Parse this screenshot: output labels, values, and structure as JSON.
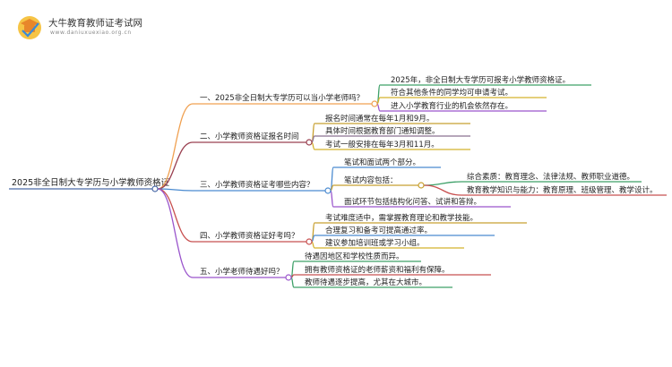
{
  "brand": {
    "title": "大牛教育教师证考试网",
    "url": "www.daniuxuexiao.org.cn"
  },
  "root": "2025非全日制大专学历与小学教师资格证",
  "branches": [
    {
      "label": "一、2025非全日制大专学历可以当小学老师吗？",
      "color": "#f0a050",
      "leaves": [
        {
          "text": "2025年，非全日制大专学历可报考小学教师资格证。",
          "color": "#3da068"
        },
        {
          "text": "符合其他条件的同学均可申请考试。",
          "color": "#d4b22c"
        },
        {
          "text": "进入小学教育行业的机会依然存在。",
          "color": "#9a55cc"
        }
      ]
    },
    {
      "label": "二、小学教师资格证报名时间",
      "color": "#9a4050",
      "leaves": [
        {
          "text": "报名时间通常在每年1月和9月。",
          "color": "#c8a030"
        },
        {
          "text": "具体时间根据教育部门通知调整。",
          "color": "#8a7090"
        },
        {
          "text": "考试一般安排在每年3月和11月。",
          "color": "#d4b22c"
        }
      ]
    },
    {
      "label": "三、小学教师资格证考哪些内容？",
      "color": "#4a8ad0",
      "leaves": [
        {
          "text": "笔试和面试两个部分。",
          "color": "#4a8ad0"
        },
        {
          "text": "笔试内容包括：",
          "color": "#c8a030",
          "children": [
            {
              "text": "综合素质：教育理念、法律法规、教师职业道德。",
              "color": "#3da068"
            },
            {
              "text": "教育教学知识与能力：教育原理、班级管理、教学设计。",
              "color": "#c85050"
            }
          ]
        },
        {
          "text": "面试环节包括结构化问答、试讲和答辩。",
          "color": "#9a55cc"
        }
      ]
    },
    {
      "label": "四、小学教师资格证好考吗？",
      "color": "#c85050",
      "leaves": [
        {
          "text": "考试难度适中，需掌握教育理论和教学技能。",
          "color": "#c8a030"
        },
        {
          "text": "合理复习和备考可提高通过率。",
          "color": "#4a8ad0"
        },
        {
          "text": "建议参加培训班或学习小组。",
          "color": "#d4b22c"
        }
      ]
    },
    {
      "label": "五、小学老师待遇好吗？",
      "color": "#9a55cc",
      "leaves": [
        {
          "text": "待遇因地区和学校性质而异。",
          "color": "#3da068"
        },
        {
          "text": "拥有教师资格证的老师薪资和福利有保障。",
          "color": "#c85050"
        },
        {
          "text": "教师待遇逐步提高，尤其在大城市。",
          "color": "#3da068"
        }
      ]
    }
  ]
}
